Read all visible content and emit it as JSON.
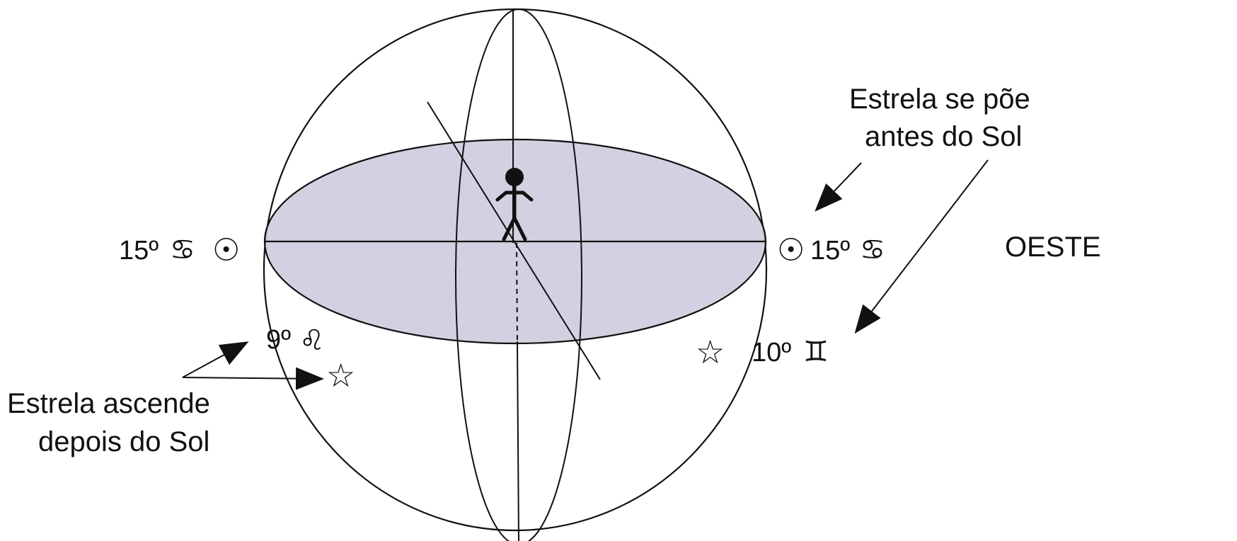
{
  "labels": {
    "left_sun_degree": "15º",
    "left_sun_sign": "♋",
    "left_sun_symbol": "☉",
    "right_sun_symbol": "☉",
    "right_sun_degree": "15º",
    "right_sun_sign": "♋",
    "west": "OESTE",
    "setting_star_line1": "Estrela se põe",
    "setting_star_line2": "antes do Sol",
    "rising_star_line1": "Estrela ascende",
    "rising_star_line2": "depois do Sol",
    "rising_star_degree": "9º",
    "rising_star_sign": "♌",
    "setting_star_degree": "10º",
    "setting_star_sign": "♊",
    "star_glyph": "☆"
  },
  "colors": {
    "horizon_fill": "#c9c9dc",
    "line": "#111111"
  },
  "icons": [
    "observer-icon",
    "sun-symbol-icon",
    "cancer-sign-icon",
    "leo-sign-icon",
    "gemini-sign-icon",
    "star-icon",
    "arrow-icon"
  ]
}
